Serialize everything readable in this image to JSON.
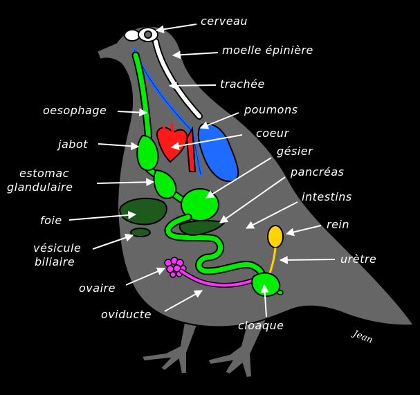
{
  "labels": {
    "cerveau": "cerveau",
    "moelle": "moelle épinière",
    "trachee": "trachée",
    "oesophage": "oesophage",
    "poumons": "poumons",
    "jabot": "jabot",
    "coeur": "coeur",
    "gesier": "gésier",
    "estomac_1": "estomac",
    "estomac_2": "glandulaire",
    "pancreas": "pancréas",
    "intestins": "intestins",
    "foie": "foie",
    "rein": "rein",
    "vesicule_1": "vésicule",
    "vesicule_2": "biliaire",
    "uretre": "urètre",
    "ovaire": "ovaire",
    "oviducte": "oviducte",
    "cloaque": "cloaque"
  },
  "signature": "Jean",
  "colors": {
    "background": "#000000",
    "body": "#666666",
    "digestive": "#00ee00",
    "liver": "#1e5a1e",
    "lungs": "#1f6bff",
    "heart": "#ff1a1a",
    "kidney": "#ffd400",
    "reproductive": "#ff33ff",
    "nervous": "#ffffff",
    "outline": "#000000"
  }
}
